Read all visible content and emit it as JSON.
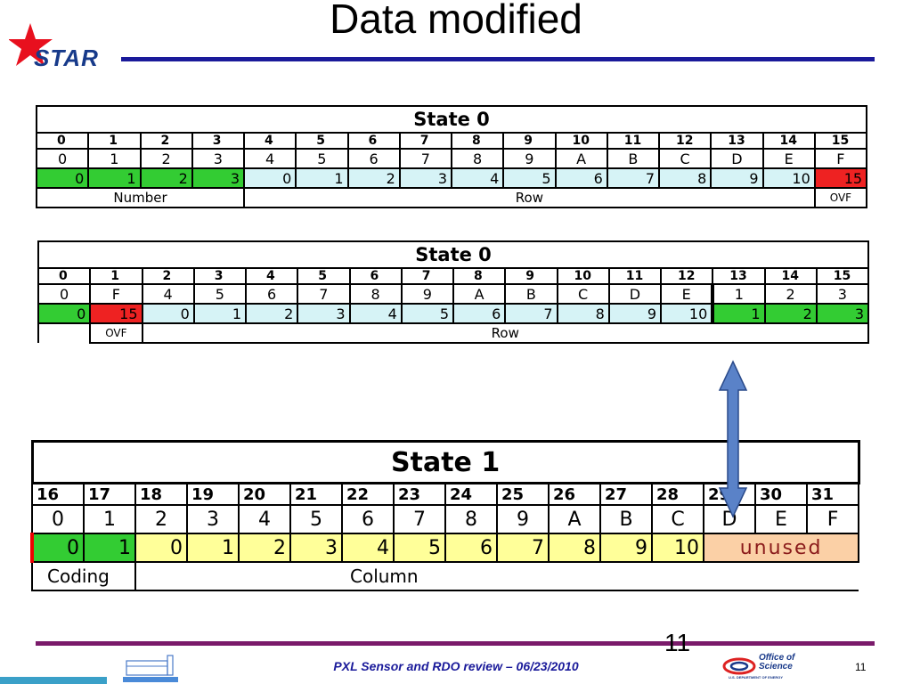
{
  "slide": {
    "title": "Data modified",
    "logo_text": "STAR",
    "footer": "PXL Sensor and RDO review – 06/23/2010",
    "page_number": "11",
    "page_number_overlay": "11",
    "office_logo_line1": "Office of",
    "office_logo_line2": "Science",
    "office_logo_line3": "U.S. DEPARTMENT OF ENERGY",
    "colors": {
      "header_rule": "#1a1a9a",
      "footer_rule": "#7a1a6a",
      "green": "#33cc33",
      "red": "#ee2222",
      "light_blue": "#d6f3f6",
      "yellow": "#ffff99",
      "peach": "#fbd0a6",
      "arrow": "#4a78c8"
    }
  },
  "table_a": {
    "state": "State 0",
    "bits": [
      "0",
      "1",
      "2",
      "3",
      "4",
      "5",
      "6",
      "7",
      "8",
      "9",
      "10",
      "11",
      "12",
      "13",
      "14",
      "15"
    ],
    "hex": [
      "0",
      "1",
      "2",
      "3",
      "4",
      "5",
      "6",
      "7",
      "8",
      "9",
      "A",
      "B",
      "C",
      "D",
      "E",
      "F"
    ],
    "values": [
      "0",
      "1",
      "2",
      "3",
      "0",
      "1",
      "2",
      "3",
      "4",
      "5",
      "6",
      "7",
      "8",
      "9",
      "10",
      "15"
    ],
    "label_number": "Number",
    "label_row": "Row",
    "label_ovf": "OVF"
  },
  "table_b": {
    "state": "State 0",
    "bits": [
      "0",
      "1",
      "2",
      "3",
      "4",
      "5",
      "6",
      "7",
      "8",
      "9",
      "10",
      "11",
      "12",
      "13",
      "14",
      "15"
    ],
    "hex": [
      "0",
      "F",
      "4",
      "5",
      "6",
      "7",
      "8",
      "9",
      "A",
      "B",
      "C",
      "D",
      "E",
      "1",
      "2",
      "3"
    ],
    "values": [
      "0",
      "15",
      "0",
      "1",
      "2",
      "3",
      "4",
      "5",
      "6",
      "7",
      "8",
      "9",
      "10",
      "1",
      "2",
      "3"
    ],
    "label_ovf": "OVF",
    "label_row": "Row"
  },
  "table_c": {
    "state": "State 1",
    "bits": [
      "16",
      "17",
      "18",
      "19",
      "20",
      "21",
      "22",
      "23",
      "24",
      "25",
      "26",
      "27",
      "28",
      "29",
      "30",
      "31"
    ],
    "hex": [
      "0",
      "1",
      "2",
      "3",
      "4",
      "5",
      "6",
      "7",
      "8",
      "9",
      "A",
      "B",
      "C",
      "D",
      "E",
      "F"
    ],
    "values": [
      "0",
      "1",
      "0",
      "1",
      "2",
      "3",
      "4",
      "5",
      "6",
      "7",
      "8",
      "9",
      "10"
    ],
    "label_unused": "unused",
    "label_coding": "Coding",
    "label_column": "Column"
  }
}
